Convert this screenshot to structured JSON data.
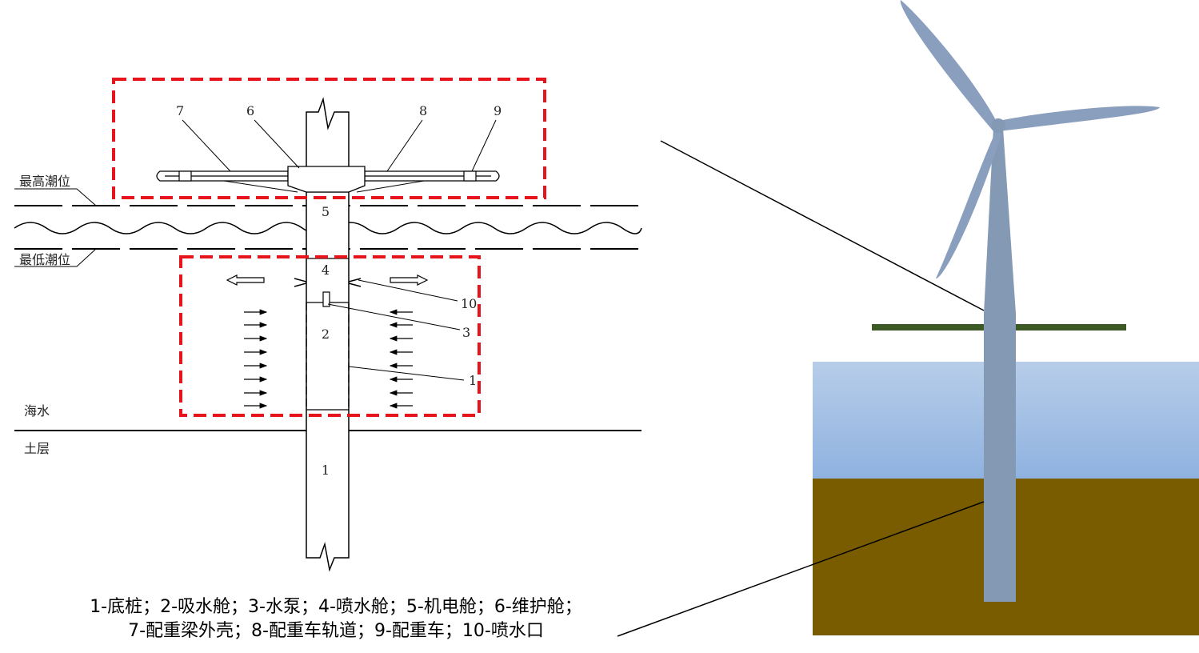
{
  "diagram": {
    "levels": {
      "highest_tide": "最高潮位",
      "lowest_tide": "最低潮位",
      "seawater": "海水",
      "soil": "土层"
    },
    "callouts": [
      "7",
      "6",
      "8",
      "9",
      "10",
      "3",
      "1"
    ],
    "section_numbers": {
      "s5": "5",
      "s4": "4",
      "s2": "2",
      "s1": "1"
    },
    "legend": {
      "line1": "1-底桩；2-吸水舱；3-水泵；4-喷水舱；5-机电舱；6-维护舱；",
      "line2": "7-配重梁外壳；8-配重车轨道；9-配重车；10-喷水口"
    },
    "colors": {
      "highlight_box": "#e8141b",
      "sky_water": "#a9c4e6",
      "soil": "#7a5c00",
      "tower": "#8499b3",
      "blade": "#8a9fbe",
      "platform": "#3d5a26"
    }
  }
}
